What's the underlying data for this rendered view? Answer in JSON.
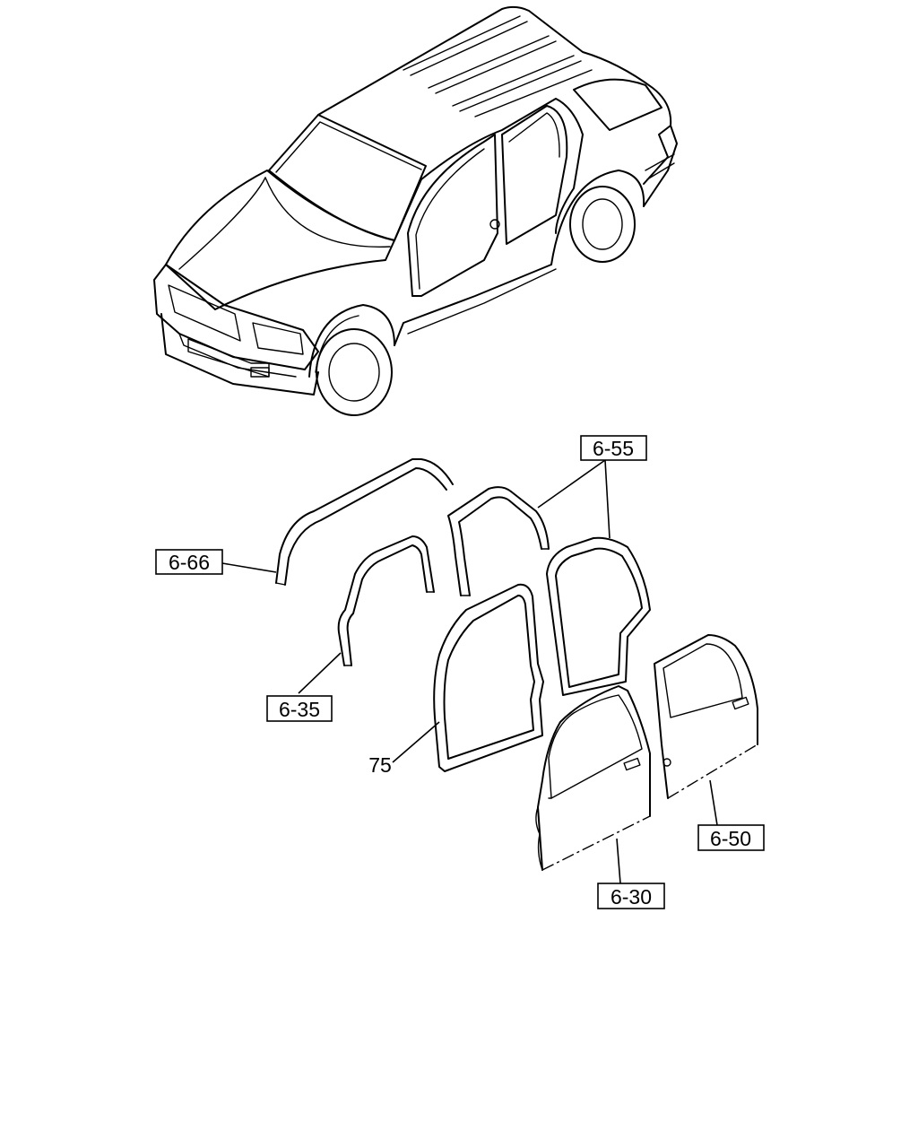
{
  "callouts": {
    "c6_55": "6-55",
    "c6_66": "6-66",
    "c6_35": "6-35",
    "c75": "75",
    "c6_50": "6-50",
    "c6_30": "6-30"
  }
}
